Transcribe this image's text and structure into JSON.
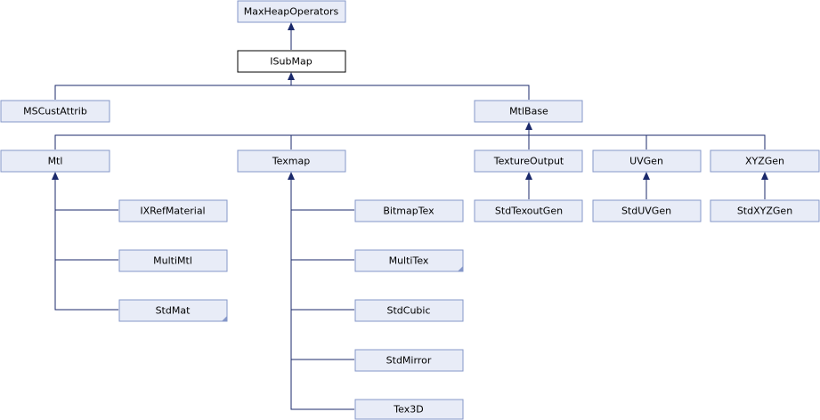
{
  "diagram": {
    "nodes": {
      "maxheap": "MaxHeapOperators",
      "isubmap": "ISubMap",
      "mscustattrib": "MSCustAttrib",
      "mtlbase": "MtlBase",
      "mtl": "Mtl",
      "texmap": "Texmap",
      "textureoutput": "TextureOutput",
      "uvgen": "UVGen",
      "xyzgen": "XYZGen",
      "ixrefmaterial": "IXRefMaterial",
      "multimtl": "MultiMtl",
      "stdmat": "StdMat",
      "bitmaptex": "BitmapTex",
      "multitex": "MultiTex",
      "stdcubic": "StdCubic",
      "stdmirror": "StdMirror",
      "tex3d": "Tex3D",
      "stdtexoutgen": "StdTexoutGen",
      "stduvgen": "StdUVGen",
      "stdxyzgen": "StdXYZGen"
    },
    "colors": {
      "node_fill": "#e8ecf7",
      "node_border": "#8597c9",
      "edge": "#1b2a6b",
      "current_fill": "#ffffff"
    }
  }
}
